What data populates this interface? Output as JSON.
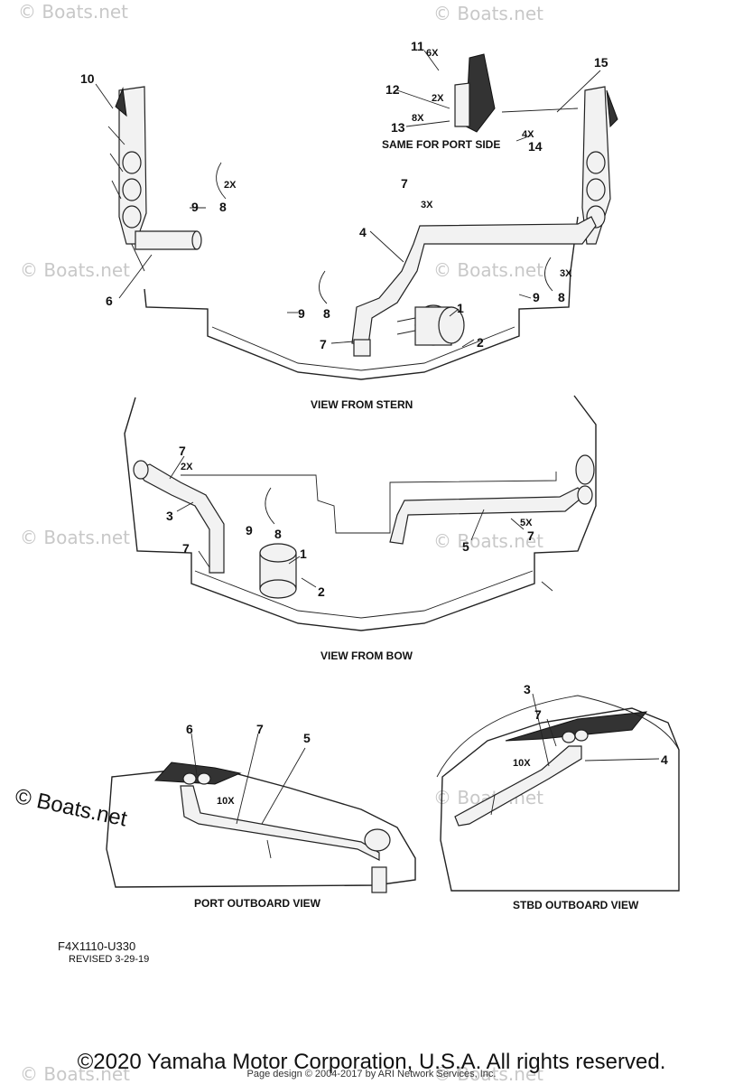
{
  "watermark": "© Boats.net",
  "logo_text": "© Boats.net",
  "views": {
    "stern": "VIEW FROM STERN",
    "bow": "VIEW FROM BOW",
    "port": "PORT OUTBOARD VIEW",
    "stbd": "STBD OUTBOARD VIEW"
  },
  "note_port_side": "SAME FOR PORT SIDE",
  "doc_code": "F4X1110-U330",
  "revised": "REVISED 3-29-19",
  "footer": {
    "copyright": "©2020 Yamaha Motor Corporation, U.S.A. All rights reserved.",
    "page_design": "Page design © 2004-2017 by ARI Network Services, Inc."
  },
  "callouts": {
    "stern": [
      {
        "num": "10"
      },
      {
        "num": "11",
        "mult": "6X"
      },
      {
        "num": "12",
        "mult": "2X"
      },
      {
        "num": "13",
        "mult": "8X"
      },
      {
        "num": "14",
        "mult": "4X"
      },
      {
        "num": "15"
      },
      {
        "num": "9"
      },
      {
        "num": "8",
        "mult": "2X"
      },
      {
        "num": "7",
        "mult": "3X"
      },
      {
        "num": "4"
      },
      {
        "num": "6"
      },
      {
        "num": "9"
      },
      {
        "num": "8"
      },
      {
        "num": "7"
      },
      {
        "num": "1"
      },
      {
        "num": "2"
      },
      {
        "num": "9"
      },
      {
        "num": "8",
        "mult": "3X"
      }
    ],
    "bow": [
      {
        "num": "7",
        "mult": "2X"
      },
      {
        "num": "3"
      },
      {
        "num": "9"
      },
      {
        "num": "8"
      },
      {
        "num": "7"
      },
      {
        "num": "1"
      },
      {
        "num": "2"
      },
      {
        "num": "5"
      },
      {
        "num": "7",
        "mult": "5X"
      }
    ],
    "port": [
      {
        "num": "6"
      },
      {
        "num": "7"
      },
      {
        "num": "5"
      },
      {
        "num": "",
        "mult": "10X"
      }
    ],
    "stbd": [
      {
        "num": "3"
      },
      {
        "num": "7"
      },
      {
        "num": "4"
      },
      {
        "num": "",
        "mult": "10X"
      }
    ]
  }
}
